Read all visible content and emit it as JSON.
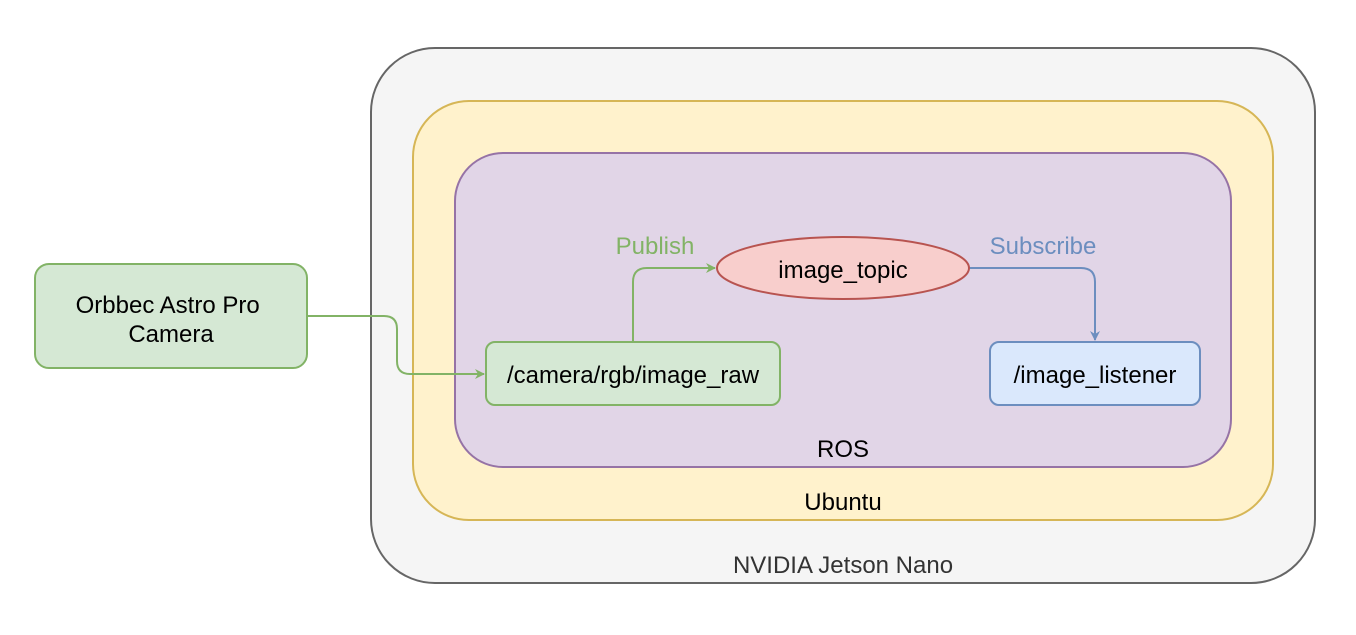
{
  "labels": {
    "jetson": "NVIDIA Jetson Nano",
    "ubuntu": "Ubuntu",
    "ros": "ROS",
    "camera_line1": "Orbbec Astro Pro",
    "camera_line2": "Camera",
    "image_raw": "/camera/rgb/image_raw",
    "image_topic": "image_topic",
    "image_listener": "/image_listener",
    "publish": "Publish",
    "subscribe": "Subscribe"
  },
  "colors": {
    "jetson_fill": "#f5f5f5",
    "jetson_stroke": "#666666",
    "ubuntu_fill": "#fff2cc",
    "ubuntu_stroke": "#d6b656",
    "ros_fill": "#e1d5e7",
    "ros_stroke": "#9673a6",
    "green_fill": "#d5e8d4",
    "green_stroke": "#82b366",
    "red_fill": "#f8cecc",
    "red_stroke": "#b85450",
    "blue_fill": "#dae8fc",
    "blue_stroke": "#6c8ebf",
    "publish_text": "#82b366",
    "subscribe_text": "#6c8ebf",
    "text": "#000000",
    "jetson_text": "#333333"
  }
}
